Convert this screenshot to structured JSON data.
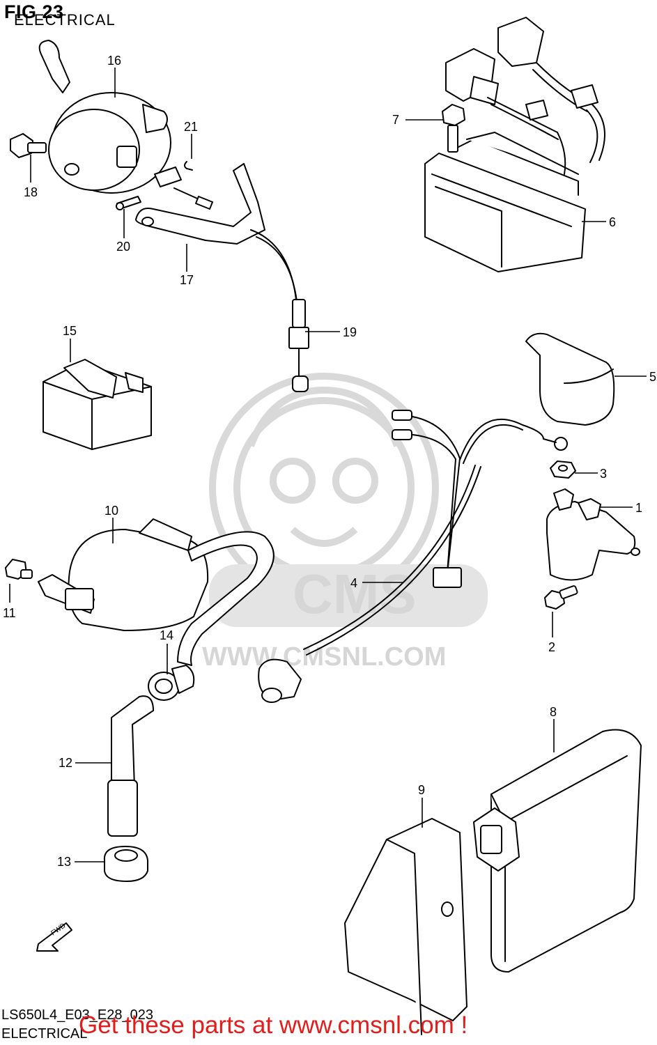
{
  "header": {
    "figure": "FIG 23",
    "subtitle": "ELECTRICAL"
  },
  "watermark": {
    "brand": "CMS",
    "url": "WWW.CMSNL.COM"
  },
  "callouts": [
    "1",
    "2",
    "3",
    "4",
    "5",
    "6",
    "7",
    "8",
    "9",
    "10",
    "11",
    "12",
    "13",
    "14",
    "15",
    "16",
    "17",
    "18",
    "19",
    "20",
    "21"
  ],
  "fwd_arrow": "FWD",
  "footer": {
    "code": "LS650L4_E03_E28_023",
    "name": "ELECTRICAL",
    "promo": "Get these parts at www.cmsnl.com !"
  },
  "colors": {
    "promo": "#e31c1c",
    "watermark": "#d9d9d9"
  }
}
